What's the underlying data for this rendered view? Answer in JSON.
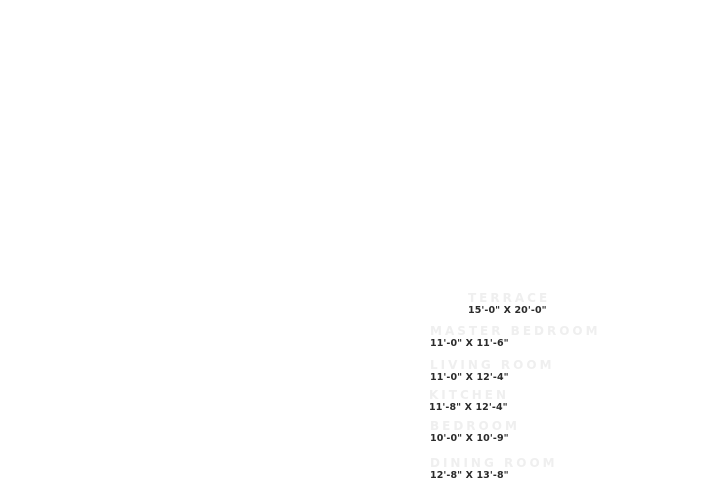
{
  "rooms": [
    {
      "name": "TERRACE",
      "dimensions": "15'-0\" X 20'-0\""
    },
    {
      "name": "MASTER BEDROOM",
      "dimensions": "11'-0\" X 11'-6\""
    },
    {
      "name": "LIVING ROOM",
      "dimensions": "11'-0\" X 12'-4\""
    },
    {
      "name": "KITCHEN",
      "dimensions": "11'-8\" X 12'-4\""
    },
    {
      "name": "BEDROOM",
      "dimensions": "10'-0\" X 10'-9\""
    },
    {
      "name": "DINING ROOM",
      "dimensions": "12'-8\" X 13'-8\""
    }
  ],
  "colors": {
    "background": "#ffffff",
    "room_name": "#efefef",
    "dimension_text": "#2b2b2b"
  }
}
